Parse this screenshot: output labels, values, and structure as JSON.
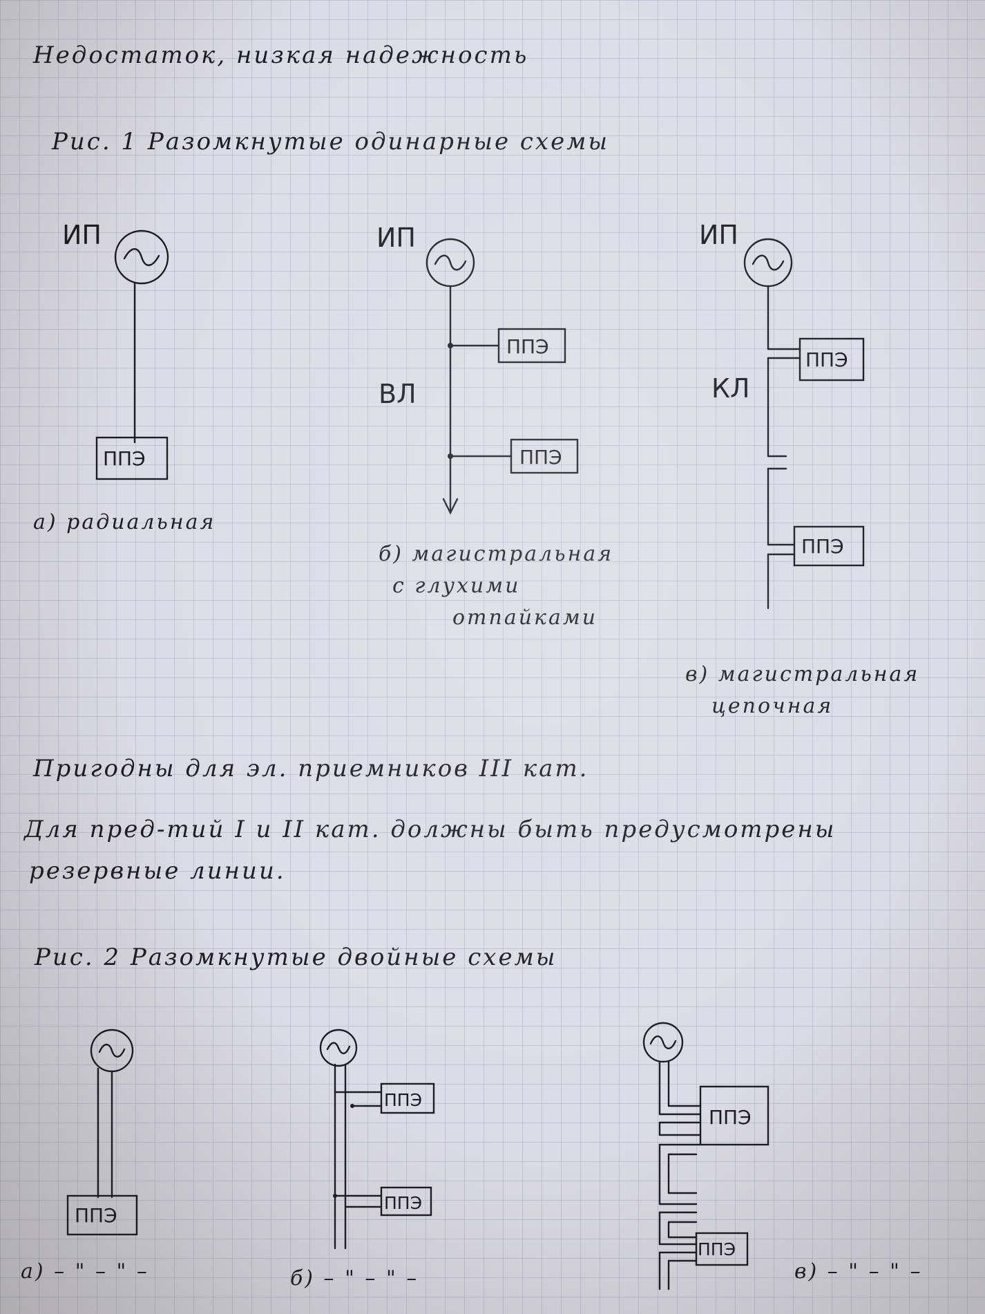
{
  "notes": {
    "line1": "Недостаток, низкая надежность",
    "fig1_title": "Рис. 1   Разомкнутые одинарные схемы",
    "applicability": "Пригодны для эл. приемников  III  кат.",
    "requirement_1": "Для пред-тий  I  и  II  кат.  должны  быть  предусмотрены",
    "requirement_2": "резервные  линии.",
    "fig2_title": "Рис. 2   Разомкнутые двойные схемы"
  },
  "fig1": {
    "source_a": "ИП",
    "source_b": "ИП",
    "source_c": "ИП",
    "line_b": "ВЛ",
    "line_c": "КЛ",
    "load": "ППЭ",
    "caption_a": "а) радиальная",
    "caption_b_1": "б) магистральная",
    "caption_b_2": "с глухими",
    "caption_b_3": "отпайками",
    "caption_c_1": "в) магистральная",
    "caption_c_2": "цепочная"
  },
  "fig2": {
    "load": "ППЭ",
    "caption_a": "а) – \" – \" –",
    "caption_b": "б) – \" – \" –",
    "caption_c": "в) – \" – \" –"
  },
  "icons": {
    "source": "generator-source-icon"
  }
}
